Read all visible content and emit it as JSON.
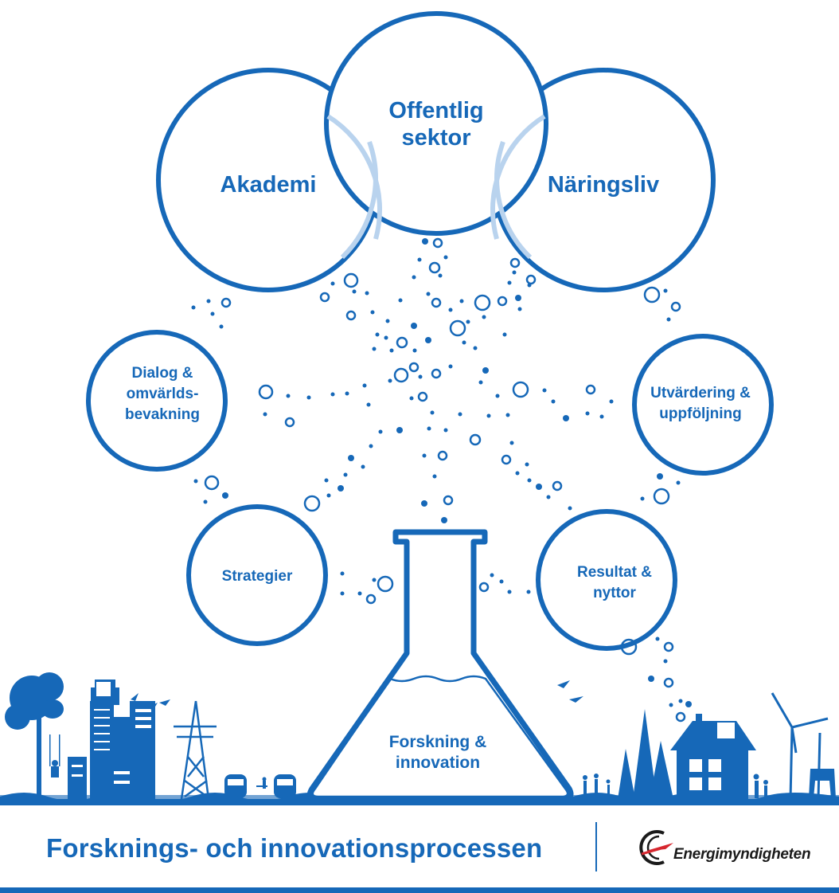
{
  "diagram": {
    "top_circles": {
      "akademi": "Akademi",
      "offentlig_1": "Offentlig",
      "offentlig_2": "sektor",
      "naringsliv": "Näringsliv"
    },
    "side_circles": {
      "dialog_1": "Dialog &",
      "dialog_2": "omvärlds-",
      "dialog_3": "bevakning",
      "utvardering_1": "Utvärdering &",
      "utvardering_2": "uppföljning",
      "strategier": "Strategier",
      "resultat_1": "Resultat &",
      "resultat_2": "nyttor"
    },
    "flask": {
      "line1": "Forskning &",
      "line2": "innovation"
    }
  },
  "footer": {
    "title": "Forsknings- och innovationsprocessen",
    "logo_text": "Energimyndigheten"
  },
  "colors": {
    "primary_blue": "#1668b8",
    "light_blue": "#b9d3ee"
  }
}
